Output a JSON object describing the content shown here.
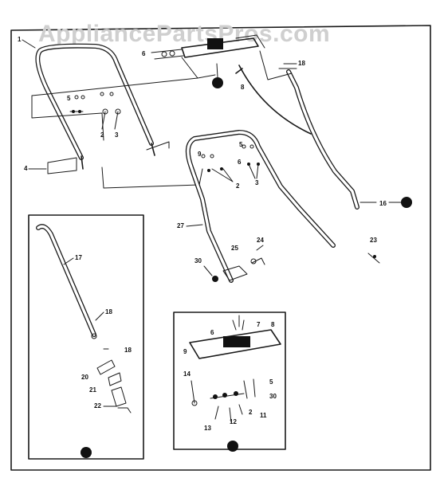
{
  "watermark": "AppliancePartsPros.com",
  "callouts": {
    "c1": "1",
    "c6": "6",
    "c18a": "18",
    "c8": "8",
    "c5a": "5",
    "c2a": "2",
    "c3a": "3",
    "c4": "4",
    "c9a": "9",
    "c5b": "5",
    "c6b": "6",
    "c2b": "2",
    "c3b": "3",
    "c16": "16",
    "c27": "27",
    "c24": "24",
    "c25": "25",
    "c30": "30",
    "c23": "23",
    "c17": "17",
    "c18b": "18",
    "c18c": "18",
    "c20": "20",
    "c21": "21",
    "c22": "22",
    "c6c": "6",
    "c7": "7",
    "c8b": "8",
    "c9b": "9",
    "c14": "14",
    "c5c": "5",
    "c30b": "30",
    "c2c": "2",
    "c11": "11",
    "c13": "13",
    "c12": "12"
  }
}
